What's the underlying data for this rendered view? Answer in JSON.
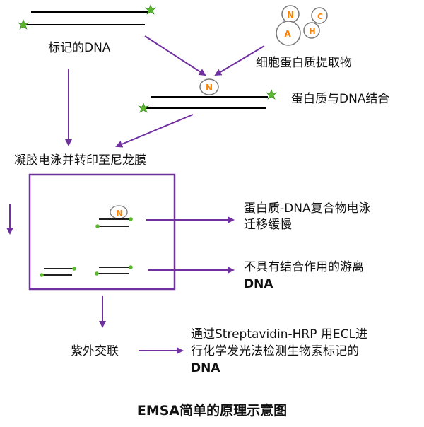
{
  "labels": {
    "labeled_dna": "标记的DNA",
    "cell_extract": "细胞蛋白质提取物",
    "protein_dna_binding": "蛋白质与DNA结合",
    "gel_transfer": "凝胶电泳并转印至尼龙膜",
    "complex_slow_line1": "蛋白质-DNA复合物电泳",
    "complex_slow_line2": "迁移缓慢",
    "free_dna_line1": "不具有结合作用的游离",
    "free_dna_line2": "DNA",
    "uv_crosslink": "紫外交联",
    "detect_line1": "通过Streptavidin-HRP 用ECL进",
    "detect_line2": "行化学发光法检测生物素标记的",
    "detect_line3": "DNA",
    "caption": "EMSA简单的原理示意图"
  },
  "proteins": {
    "n": "N",
    "c": "C",
    "a": "A",
    "h": "H"
  },
  "colors": {
    "arrow": "#7030a0",
    "box": "#7030a0",
    "protein_letter": "#ff8000",
    "biotin": "#5cb82e",
    "dna": "#000000"
  }
}
